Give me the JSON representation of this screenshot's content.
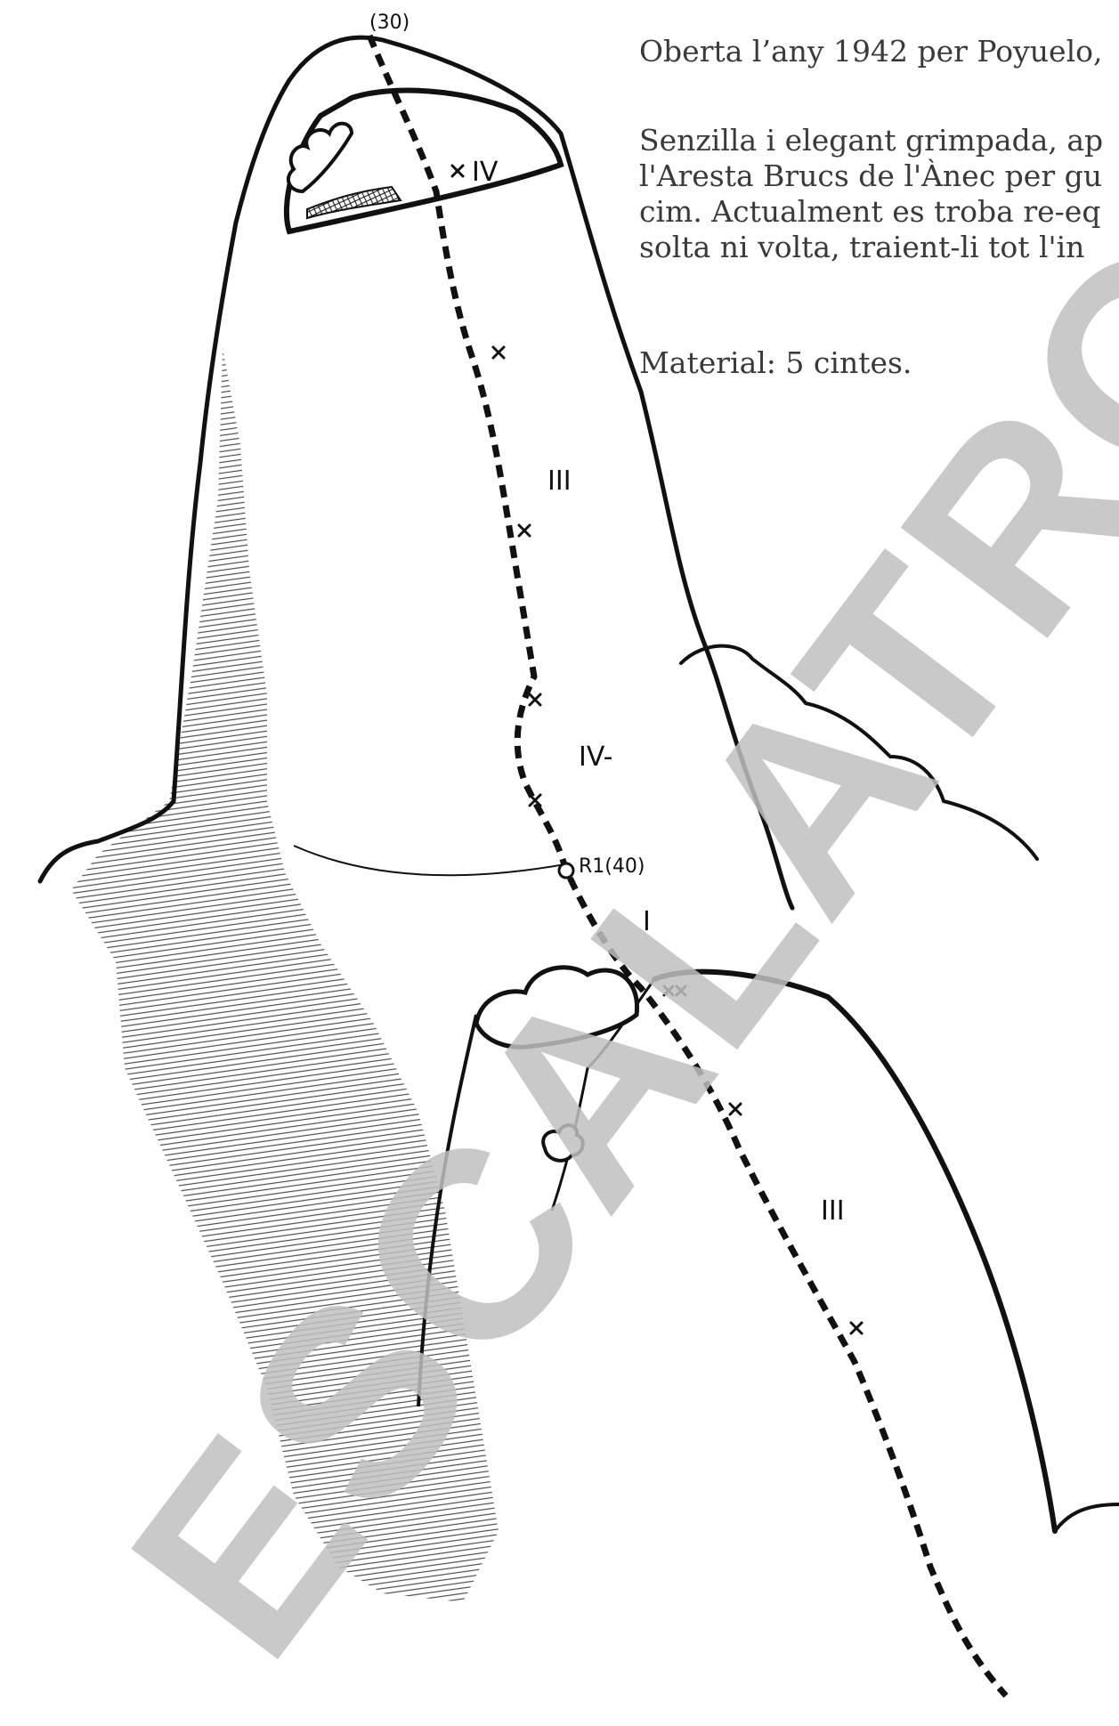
{
  "description": {
    "line1": "Oberta l’any 1942 per Poyuelo,",
    "para2": [
      "Senzilla i elegant grimpada, ap",
      "l'Aresta Brucs de l'Ànec per gu",
      "cim. Actualment es troba re-eq",
      "solta ni volta, traient-li tot l'in"
    ],
    "material": "Material: 5 cintes."
  },
  "topo": {
    "summit_label": "(30)",
    "belay_label": "R1(40)",
    "grades": [
      "IV",
      "III",
      "IV-",
      "I",
      "III"
    ]
  },
  "watermark": "ESCALATRONC",
  "colors": {
    "ink": "#111111",
    "text": "#3a3a3a",
    "watermark": "#bfbfbf"
  }
}
